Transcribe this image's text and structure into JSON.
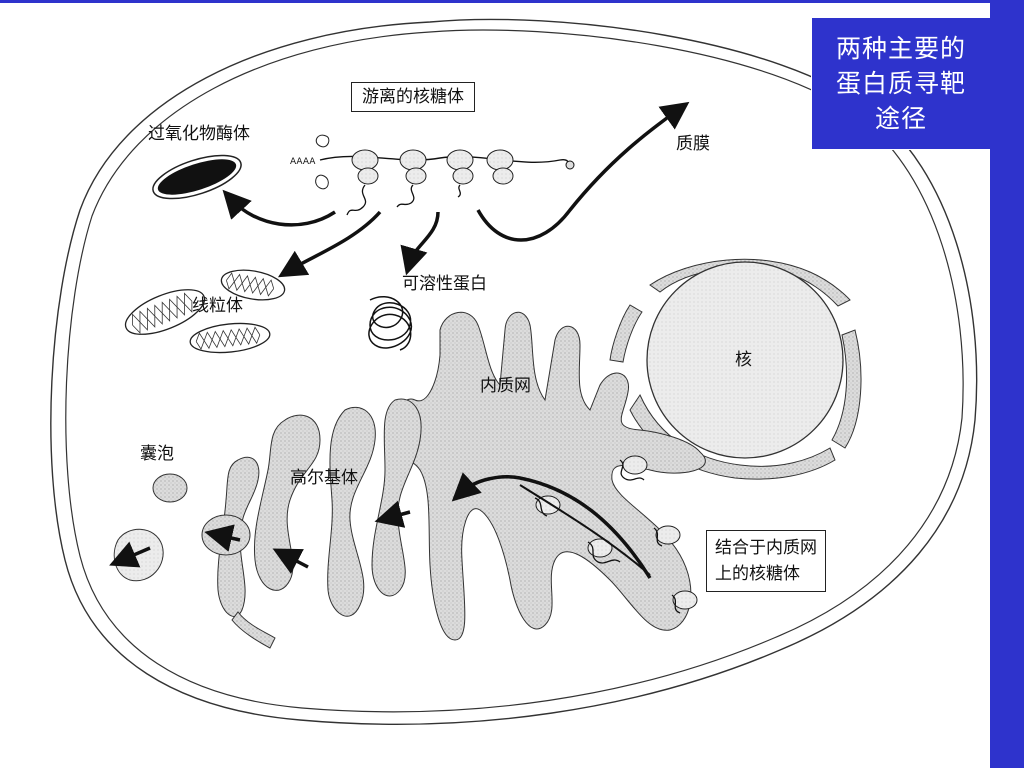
{
  "title": "两种主要的\n蛋白质寻靶\n途径",
  "labels": {
    "free_ribosome": "游离的核糖体",
    "peroxisome": "过氧化物酶体",
    "plasma_membrane": "质膜",
    "mitochondria": "线粒体",
    "soluble_protein": "可溶性蛋白",
    "nucleus": "核",
    "er": "内质网",
    "vesicle": "囊泡",
    "golgi": "高尔基体",
    "er_bound_ribosome": "结合于内质网\n上的核糖体",
    "mrna_tail": "AAAA"
  },
  "colors": {
    "accent": "#2e33cc",
    "organelle_fill": "#d9d9d9",
    "outline": "#222222"
  }
}
